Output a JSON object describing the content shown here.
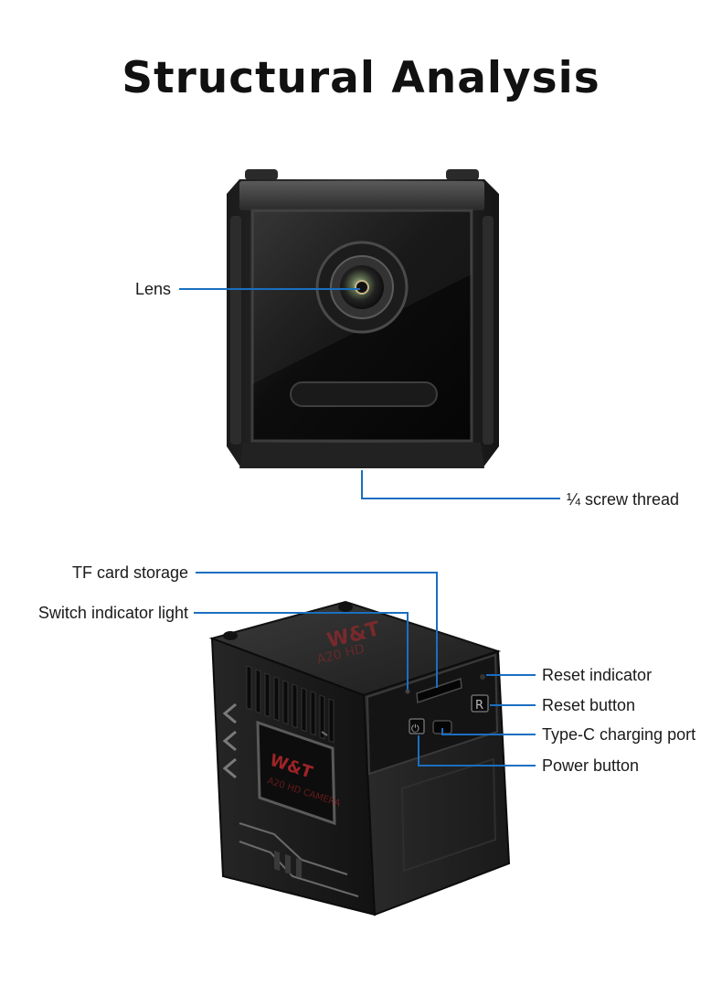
{
  "title": "Structural Analysis",
  "labels": {
    "lens": "Lens",
    "screw_thread": "¼ screw thread",
    "tf_card": "TF card storage",
    "switch_light": "Switch indicator light",
    "reset_indicator": "Reset indicator",
    "reset_button": "Reset button",
    "typec_port": "Type-C charging port",
    "power_button": "Power button"
  },
  "colors": {
    "leader_line": "#1a6fc0",
    "body_dark": "#1c1c1c",
    "brand_red": "#b8272b"
  },
  "device": {
    "reset_key_glyph": "R",
    "power_glyph": "⏻"
  }
}
